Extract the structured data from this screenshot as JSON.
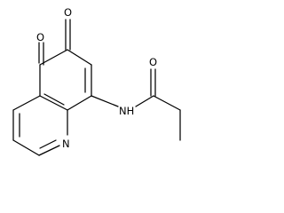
{
  "molecule": {
    "atoms": {
      "o_top": "O",
      "o_left": "O",
      "o_amide": "O",
      "n_ring": "N",
      "nh": "NH"
    }
  }
}
